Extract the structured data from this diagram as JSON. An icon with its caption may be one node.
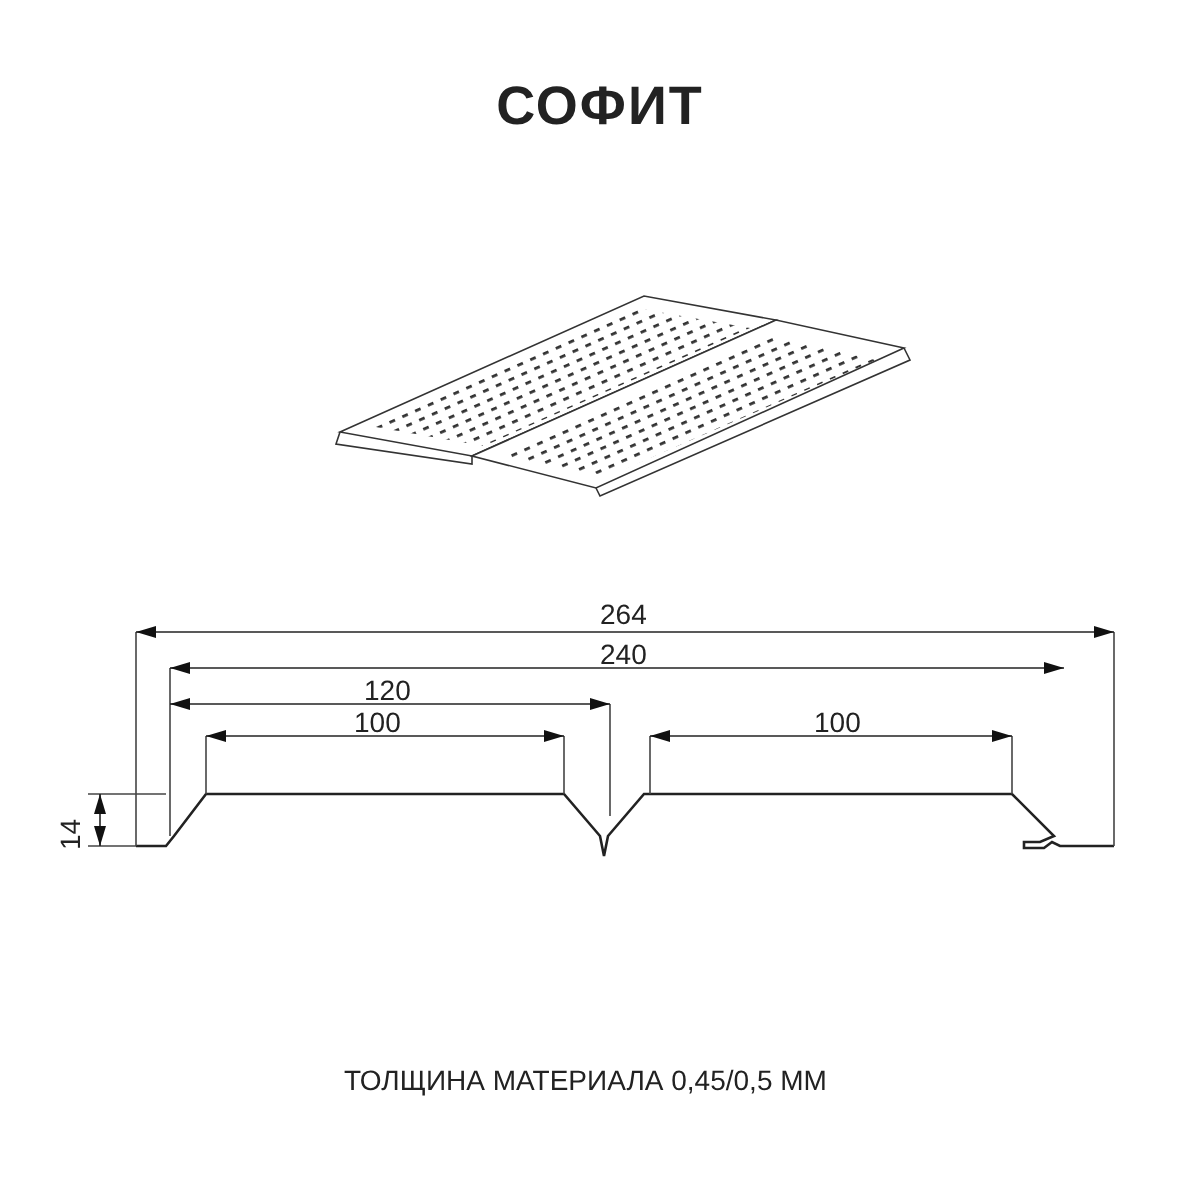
{
  "diagram": {
    "title": "СОФИТ",
    "labels": [
      "264",
      "240",
      "120",
      "100",
      "100",
      "14",
      "ТОЛЩИНА МАТЕРИАЛА 0,45/0,5 ММ"
    ]
  }
}
